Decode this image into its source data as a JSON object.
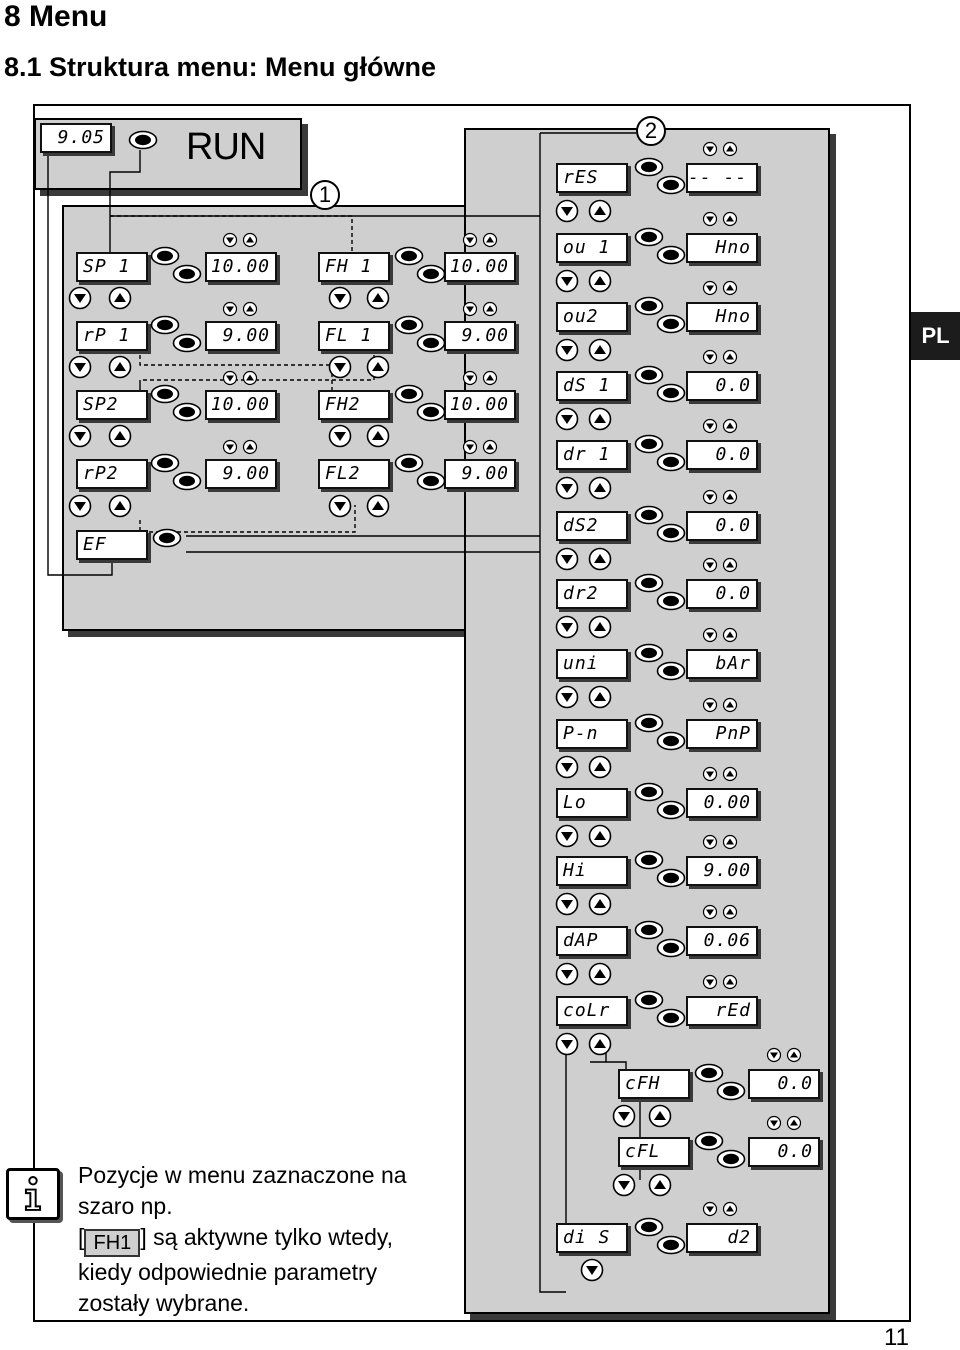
{
  "heading": {
    "chapter": "8  Menu",
    "section": "8.1  Struktura menu: Menu główne"
  },
  "lang_tab": "PL",
  "run": {
    "display": "9.05",
    "label": "RUN"
  },
  "markers": {
    "one": "1",
    "two": "2"
  },
  "submenu1": {
    "left_params": [
      {
        "name": "SP 1",
        "value": "10.00"
      },
      {
        "name": "rP 1",
        "value": "9.00"
      },
      {
        "name": "SP2",
        "value": "10.00"
      },
      {
        "name": "rP2",
        "value": "9.00"
      },
      {
        "name": "EF",
        "value": ""
      }
    ],
    "right_params": [
      {
        "name": "FH 1",
        "value": "10.00"
      },
      {
        "name": "FL 1",
        "value": "9.00"
      },
      {
        "name": "FH2",
        "value": "10.00"
      },
      {
        "name": "FL2",
        "value": "9.00"
      }
    ]
  },
  "submenu2": {
    "params": [
      {
        "name": "rES",
        "value": "-- -- --"
      },
      {
        "name": "ou 1",
        "value": "Hno"
      },
      {
        "name": "ou2",
        "value": "Hno"
      },
      {
        "name": "dS 1",
        "value": "0.0"
      },
      {
        "name": "dr 1",
        "value": "0.0"
      },
      {
        "name": "dS2",
        "value": "0.0"
      },
      {
        "name": "dr2",
        "value": "0.0"
      },
      {
        "name": "uni",
        "value": "bAr"
      },
      {
        "name": "P-n",
        "value": "PnP"
      },
      {
        "name": "Lo",
        "value": "0.00"
      },
      {
        "name": "Hi",
        "value": "9.00"
      },
      {
        "name": "dAP",
        "value": "0.06"
      },
      {
        "name": "coLr",
        "value": "rEd"
      }
    ],
    "color_sub": [
      {
        "name": "cFH",
        "value": "0.0"
      },
      {
        "name": "cFL",
        "value": "0.0"
      }
    ],
    "dis": {
      "name": "di S",
      "value": "d2"
    }
  },
  "info": {
    "line1": "Pozycje w menu zaznaczone na",
    "line2": "szaro np.",
    "open_bracket": "[",
    "example": "FH1",
    "line3_rest": "] są aktywne tylko wtedy,",
    "line4": "kiedy odpowiednie parametry",
    "line5": "zostały wybrane."
  },
  "page_number": "11",
  "colors": {
    "panel": "#cfcfcf",
    "ink": "#000000",
    "shadow": "#3a3a3a"
  }
}
